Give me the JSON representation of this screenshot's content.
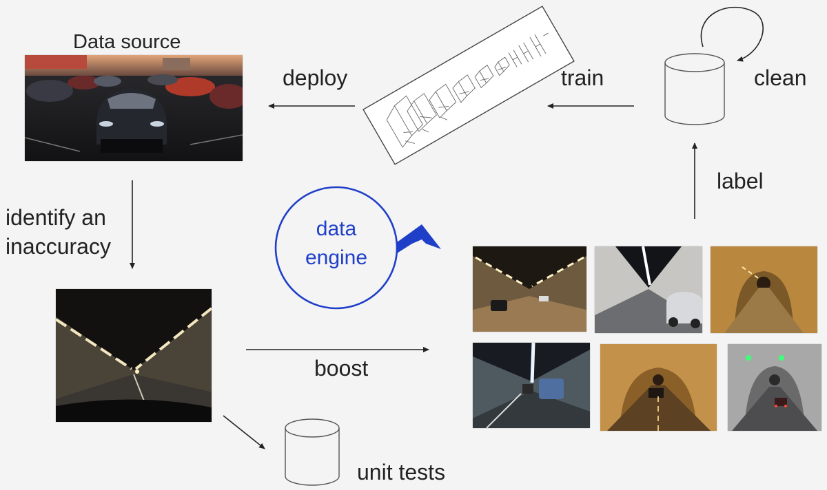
{
  "diagram": {
    "data_source_label": "Data source",
    "deploy_label": "deploy",
    "train_label": "train",
    "clean_label": "clean",
    "label_label": "label",
    "identify_line1": "identify an",
    "identify_line2": "inaccuracy",
    "boost_label": "boost",
    "unit_tests_label": "unit tests",
    "engine_line1": "data",
    "engine_line2": "engine"
  },
  "colors": {
    "engine_blue": "#1f3fc9",
    "arrow": "#222222",
    "background": "#f4f4f4"
  },
  "icons": [
    "database-icon",
    "neural-network-icon",
    "cycle-icon"
  ]
}
